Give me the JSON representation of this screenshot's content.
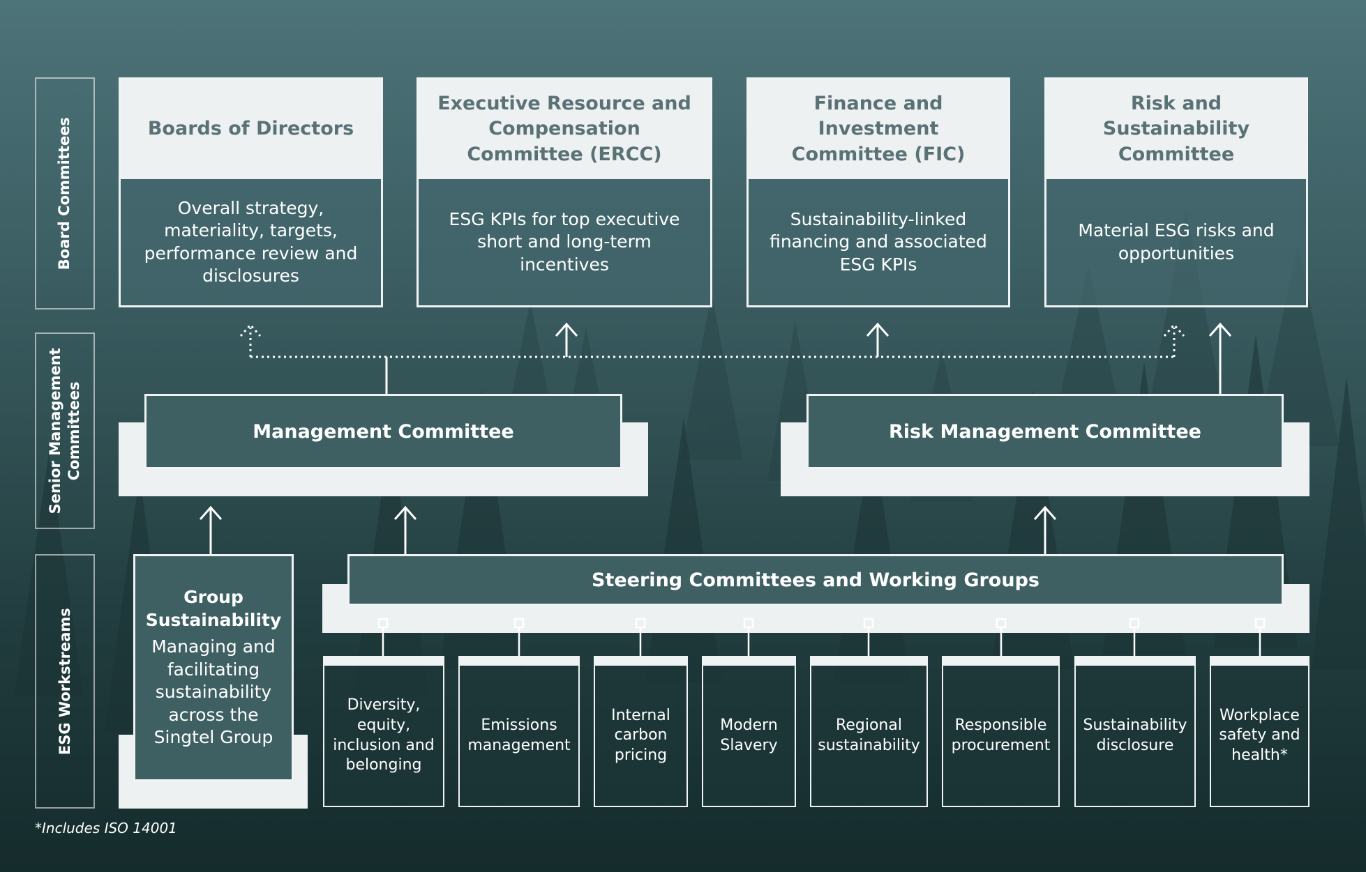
{
  "side_labels": {
    "board": "Board Committees",
    "senior_line1": "Senior Management",
    "senior_line2": "Committees",
    "esg": "ESG Workstreams"
  },
  "board_committees": [
    {
      "title": "Boards of Directors",
      "body": "Overall strategy, materiality, targets, performance review and disclosures"
    },
    {
      "title": "Executive Resource and Compensation Committee (ERCC)",
      "body": "ESG KPIs for top executive short and long-term incentives"
    },
    {
      "title": "Finance and Investment Committee (FIC)",
      "body": "Sustainability-linked financing and associated ESG KPIs"
    },
    {
      "title": "Risk and Sustainability Committee",
      "body": "Material ESG risks and opportunities"
    }
  ],
  "senior": {
    "management": "Management Committee",
    "risk": "Risk Management Committee"
  },
  "group_sustainability": {
    "title": "Group Sustainability",
    "body": "Managing and facilitating sustainability across the Singtel Group"
  },
  "steering": "Steering Committees and Working Groups",
  "workstreams": [
    "Diversity, equity, inclusion and belonging",
    "Emissions management",
    "Internal carbon pricing",
    "Modern Slavery",
    "Regional sustainability",
    "Responsible procurement",
    "Sustainability disclosure",
    "Workplace safety and health*"
  ],
  "footnote": "*Includes ISO 14001",
  "colors": {
    "background": "#476e73",
    "panel_light": "#eef1f2",
    "panel_dark": "#3e6063",
    "heading_text": "#5a7276",
    "line": "#ffffff"
  }
}
